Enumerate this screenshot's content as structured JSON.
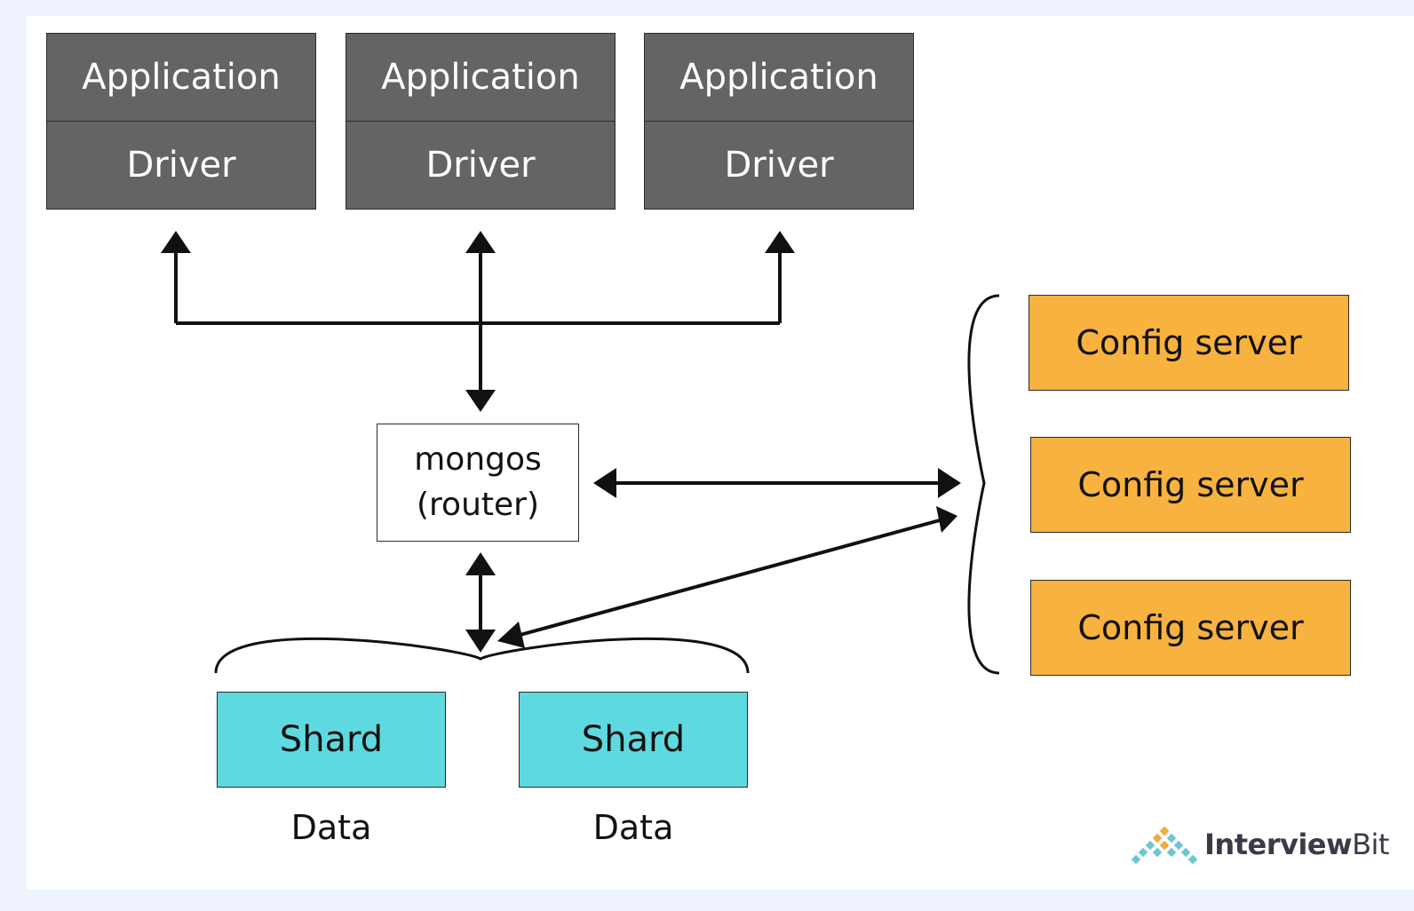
{
  "apps": [
    {
      "application": "Application",
      "driver": "Driver"
    },
    {
      "application": "Application",
      "driver": "Driver"
    },
    {
      "application": "Application",
      "driver": "Driver"
    }
  ],
  "router": {
    "line1": "mongos",
    "line2": "(router)"
  },
  "config_servers": [
    "Config server",
    "Config server",
    "Config server"
  ],
  "shards": [
    {
      "label": "Shard",
      "data": "Data"
    },
    {
      "label": "Shard",
      "data": "Data"
    }
  ],
  "brand": {
    "bold": "Interview",
    "light": "Bit"
  },
  "colors": {
    "app_box": "#646464",
    "config_box": "#f8b23f",
    "shard_box": "#5fd9e0",
    "background": "#eef3fd"
  }
}
